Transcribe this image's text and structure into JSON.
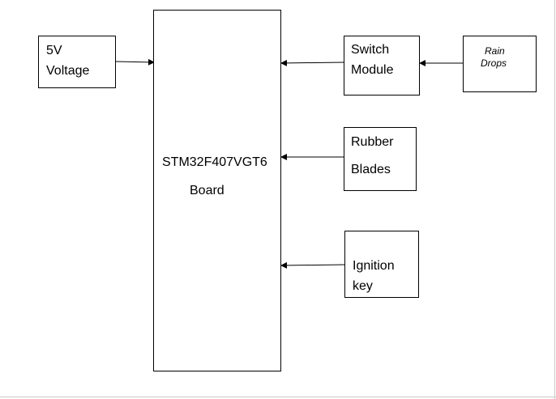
{
  "diagram": {
    "nodes": {
      "voltage": {
        "line1": "5V",
        "line2": "Voltage"
      },
      "board": {
        "line1": "STM32F407VGT6",
        "line2": "Board"
      },
      "switch": {
        "line1": "Switch",
        "line2": "Module"
      },
      "rain": {
        "line1": "Rain",
        "line2": "Drops"
      },
      "blades": {
        "line1": "Rubber",
        "line2": "Blades"
      },
      "ignition": {
        "line1": "Ignition",
        "line2": "key"
      }
    },
    "edges": [
      {
        "from": "voltage",
        "to": "board"
      },
      {
        "from": "switch",
        "to": "board"
      },
      {
        "from": "rain",
        "to": "switch"
      },
      {
        "from": "blades",
        "to": "board"
      },
      {
        "from": "ignition",
        "to": "board"
      }
    ]
  }
}
